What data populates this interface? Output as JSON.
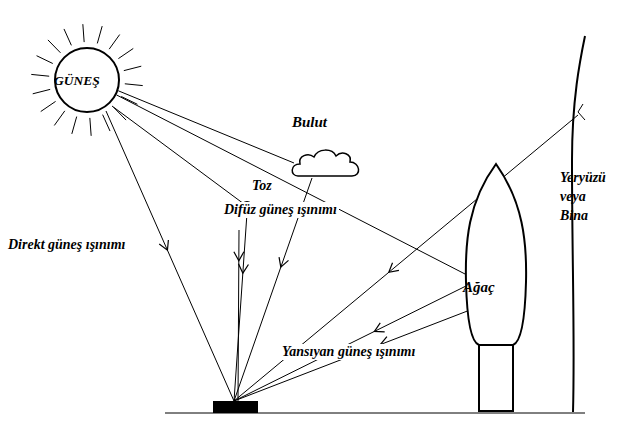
{
  "diagram": {
    "nodes": [
      {
        "text": [
          "GÜNEŞ"
        ]
      },
      {
        "text": [
          "Bulut"
        ]
      },
      {
        "text": [
          "Ağaç"
        ]
      }
    ],
    "edges": [
      {
        "from": 0,
        "to": 1,
        "arrow": "none"
      },
      {
        "from": 0,
        "to": 2,
        "arrow": "none"
      }
    ],
    "labels": [
      "Toz",
      "Direkt güneş ışınımı",
      "Difüz güneş ışınımı",
      "Yansıyan güneş ışınımı",
      "Yeryüzü veya Bina"
    ]
  }
}
